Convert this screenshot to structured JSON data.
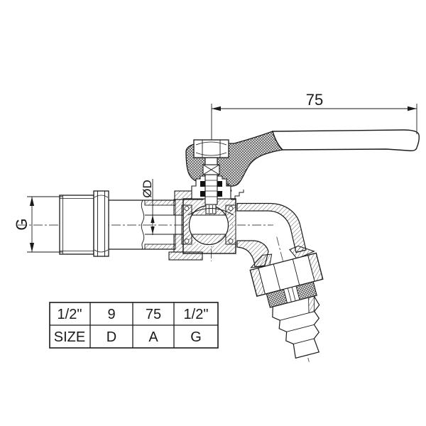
{
  "drawing": {
    "dimensions": {
      "handle_length": "75",
      "inlet_thread_label": "G",
      "bore_diameter_label": "ØD"
    },
    "size_table": {
      "values": [
        "1/2\"",
        "9",
        "75",
        "1/2\""
      ],
      "labels": [
        "SIZE",
        "D",
        "A",
        "G"
      ]
    },
    "colors": {
      "line": "#1a1a1a",
      "background": "#ffffff"
    }
  }
}
